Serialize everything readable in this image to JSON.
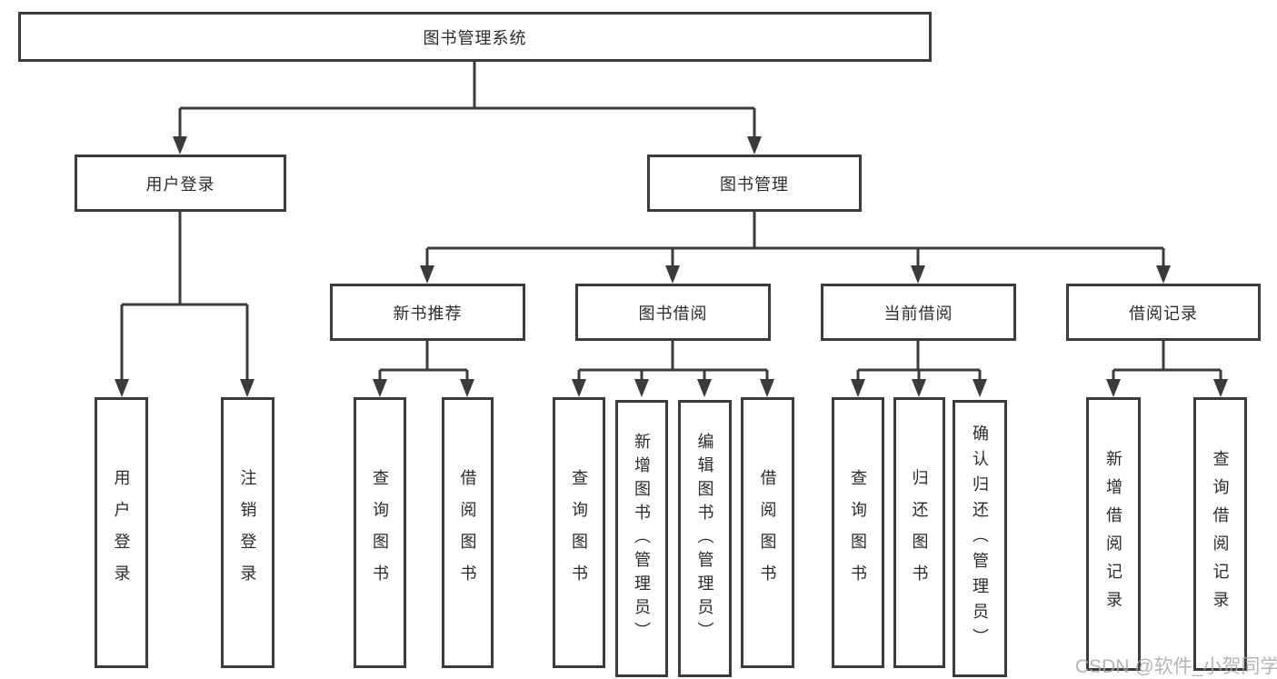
{
  "tree": {
    "label": "图书管理系统",
    "children": [
      {
        "label": "用户登录",
        "children": [
          {
            "label": "用户登录"
          },
          {
            "label": "注销登录"
          }
        ]
      },
      {
        "label": "图书管理",
        "children": [
          {
            "label": "新书推荐",
            "children": [
              {
                "label": "查询图书"
              },
              {
                "label": "借阅图书"
              }
            ]
          },
          {
            "label": "图书借阅",
            "children": [
              {
                "label": "查询图书"
              },
              {
                "label": "新增图书（管理员）"
              },
              {
                "label": "编辑图书（管理员）"
              },
              {
                "label": "借阅图书"
              }
            ]
          },
          {
            "label": "当前借阅",
            "children": [
              {
                "label": "查询图书"
              },
              {
                "label": "归还图书"
              },
              {
                "label": "确认归还（管理员）"
              }
            ]
          },
          {
            "label": "借阅记录",
            "children": [
              {
                "label": "新增借阅记录"
              },
              {
                "label": "查询借阅记录"
              }
            ]
          }
        ]
      }
    ]
  },
  "watermark": {
    "text": "CSDN @软件_小贺同学"
  },
  "colors": {
    "line": "#3b3b3b",
    "box_border": "#3b3b3b",
    "box_fill": "#ffffff",
    "text": "#2b2b2b",
    "watermark": "#a8a8a8",
    "background": "#ffffff"
  }
}
